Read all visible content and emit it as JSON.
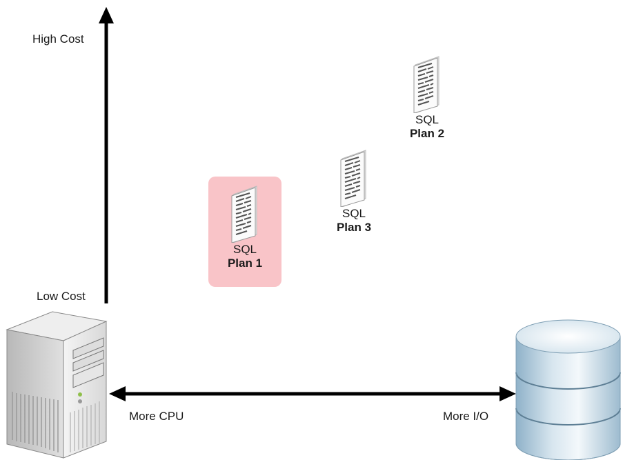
{
  "labels": {
    "high_cost": "High Cost",
    "low_cost": "Low Cost",
    "more_cpu": "More CPU",
    "more_io": "More I/O"
  },
  "plans": [
    {
      "line1": "SQL",
      "line2": "Plan 1",
      "highlighted": true
    },
    {
      "line1": "SQL",
      "line2": "Plan 2",
      "highlighted": false
    },
    {
      "line1": "SQL",
      "line2": "Plan 3",
      "highlighted": false
    }
  ],
  "colors": {
    "highlight": "#f9c4c8",
    "arrow": "#000000"
  },
  "icons": [
    "server-tower-icon",
    "database-cylinder-icon",
    "sql-document-icon"
  ]
}
